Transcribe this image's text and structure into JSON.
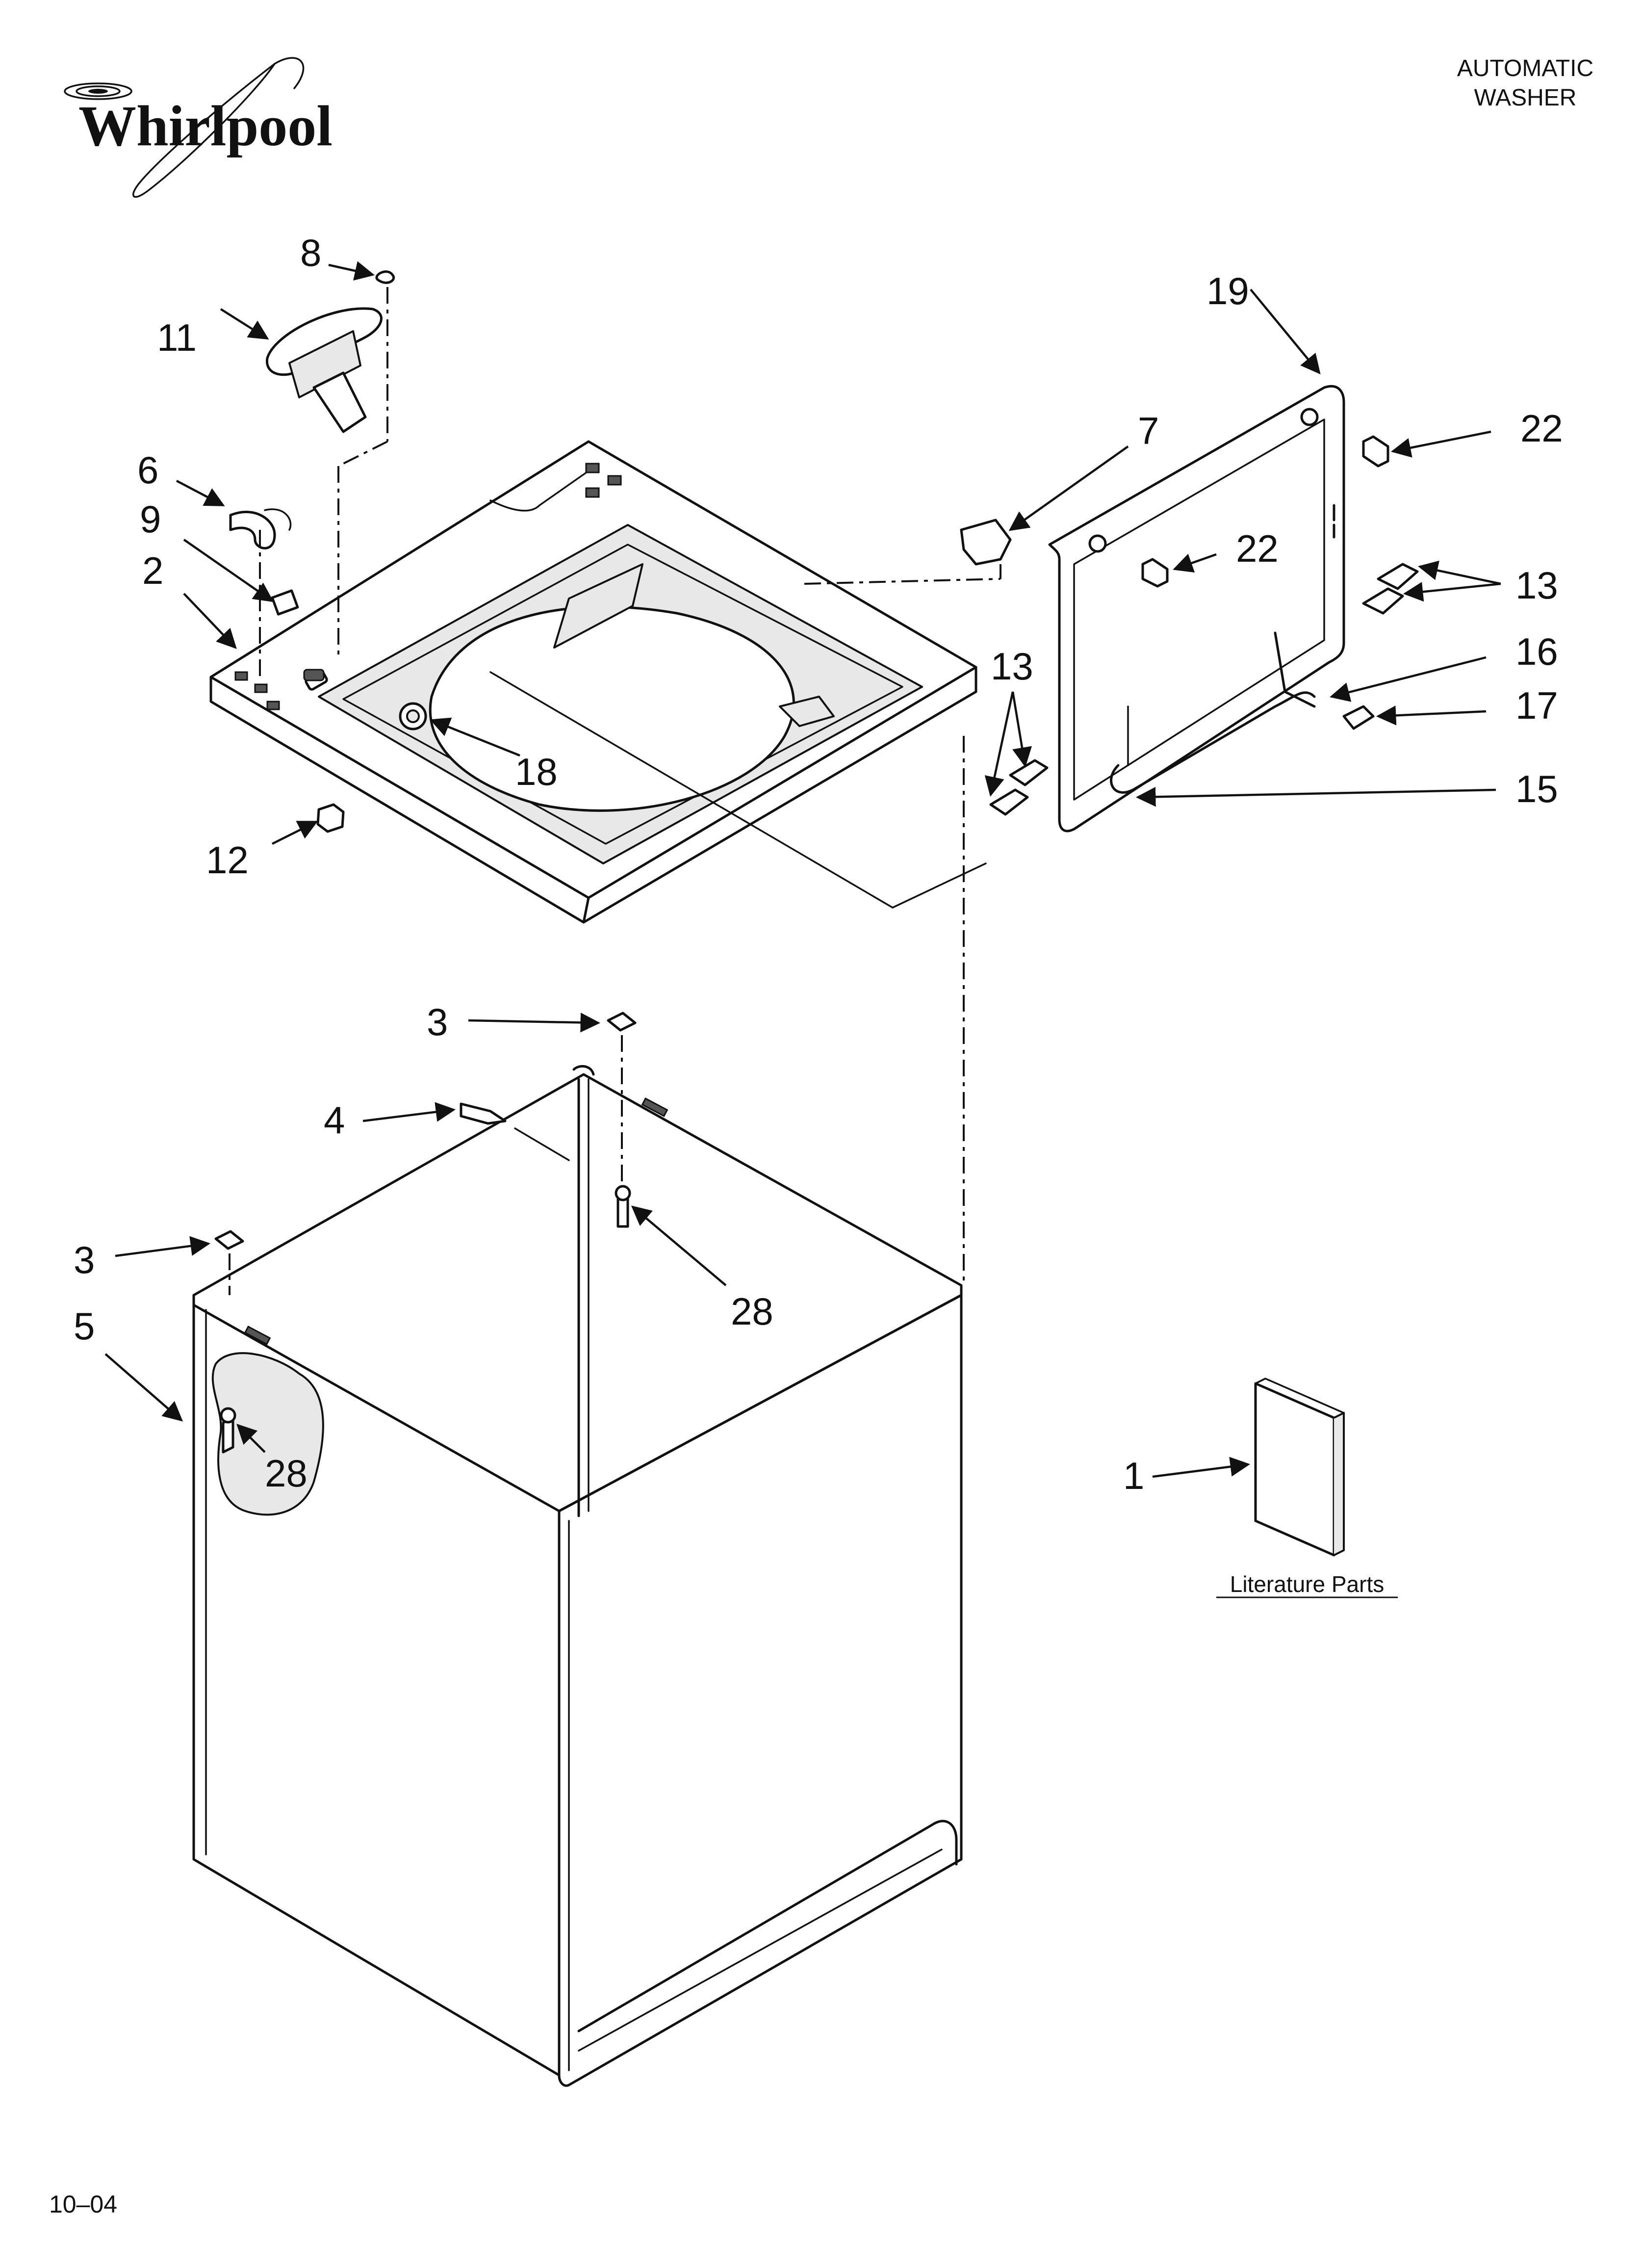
{
  "header": {
    "brand_logo": "Whirlpool",
    "title_line1": "AUTOMATIC",
    "title_line2": "WASHER"
  },
  "literature": {
    "label": "Literature Parts"
  },
  "footer": {
    "date_code": "10–04"
  },
  "callouts": {
    "c1": "1",
    "c2": "2",
    "c3a": "3",
    "c3b": "3",
    "c4": "4",
    "c5": "5",
    "c6": "6",
    "c7": "7",
    "c8": "8",
    "c9": "9",
    "c11": "11",
    "c12": "12",
    "c13a": "13",
    "c13b": "13",
    "c15": "15",
    "c16": "16",
    "c17": "17",
    "c18": "18",
    "c19": "19",
    "c22a": "22",
    "c22b": "22",
    "c28a": "28",
    "c28b": "28"
  }
}
